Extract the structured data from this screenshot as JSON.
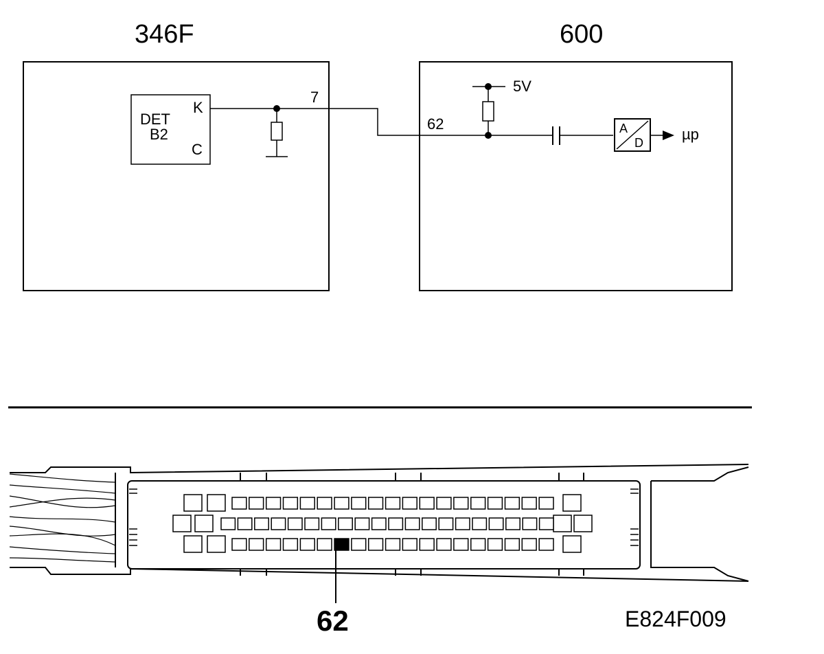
{
  "schematic": {
    "left_module": {
      "title": "346F",
      "component_line1": "DET",
      "component_line2": "B2",
      "pin_k": "K",
      "pin_c": "C",
      "wire_number": "7"
    },
    "right_module": {
      "title": "600",
      "pin_number": "62",
      "supply": "5V",
      "ad_top": "A",
      "ad_bottom": "D",
      "output": "µp"
    }
  },
  "connector": {
    "row_top_count": 19,
    "row_middle_count": 20,
    "row_bottom_count": 19,
    "highlighted_pin_label": "62"
  },
  "figure_reference": "E824F009"
}
